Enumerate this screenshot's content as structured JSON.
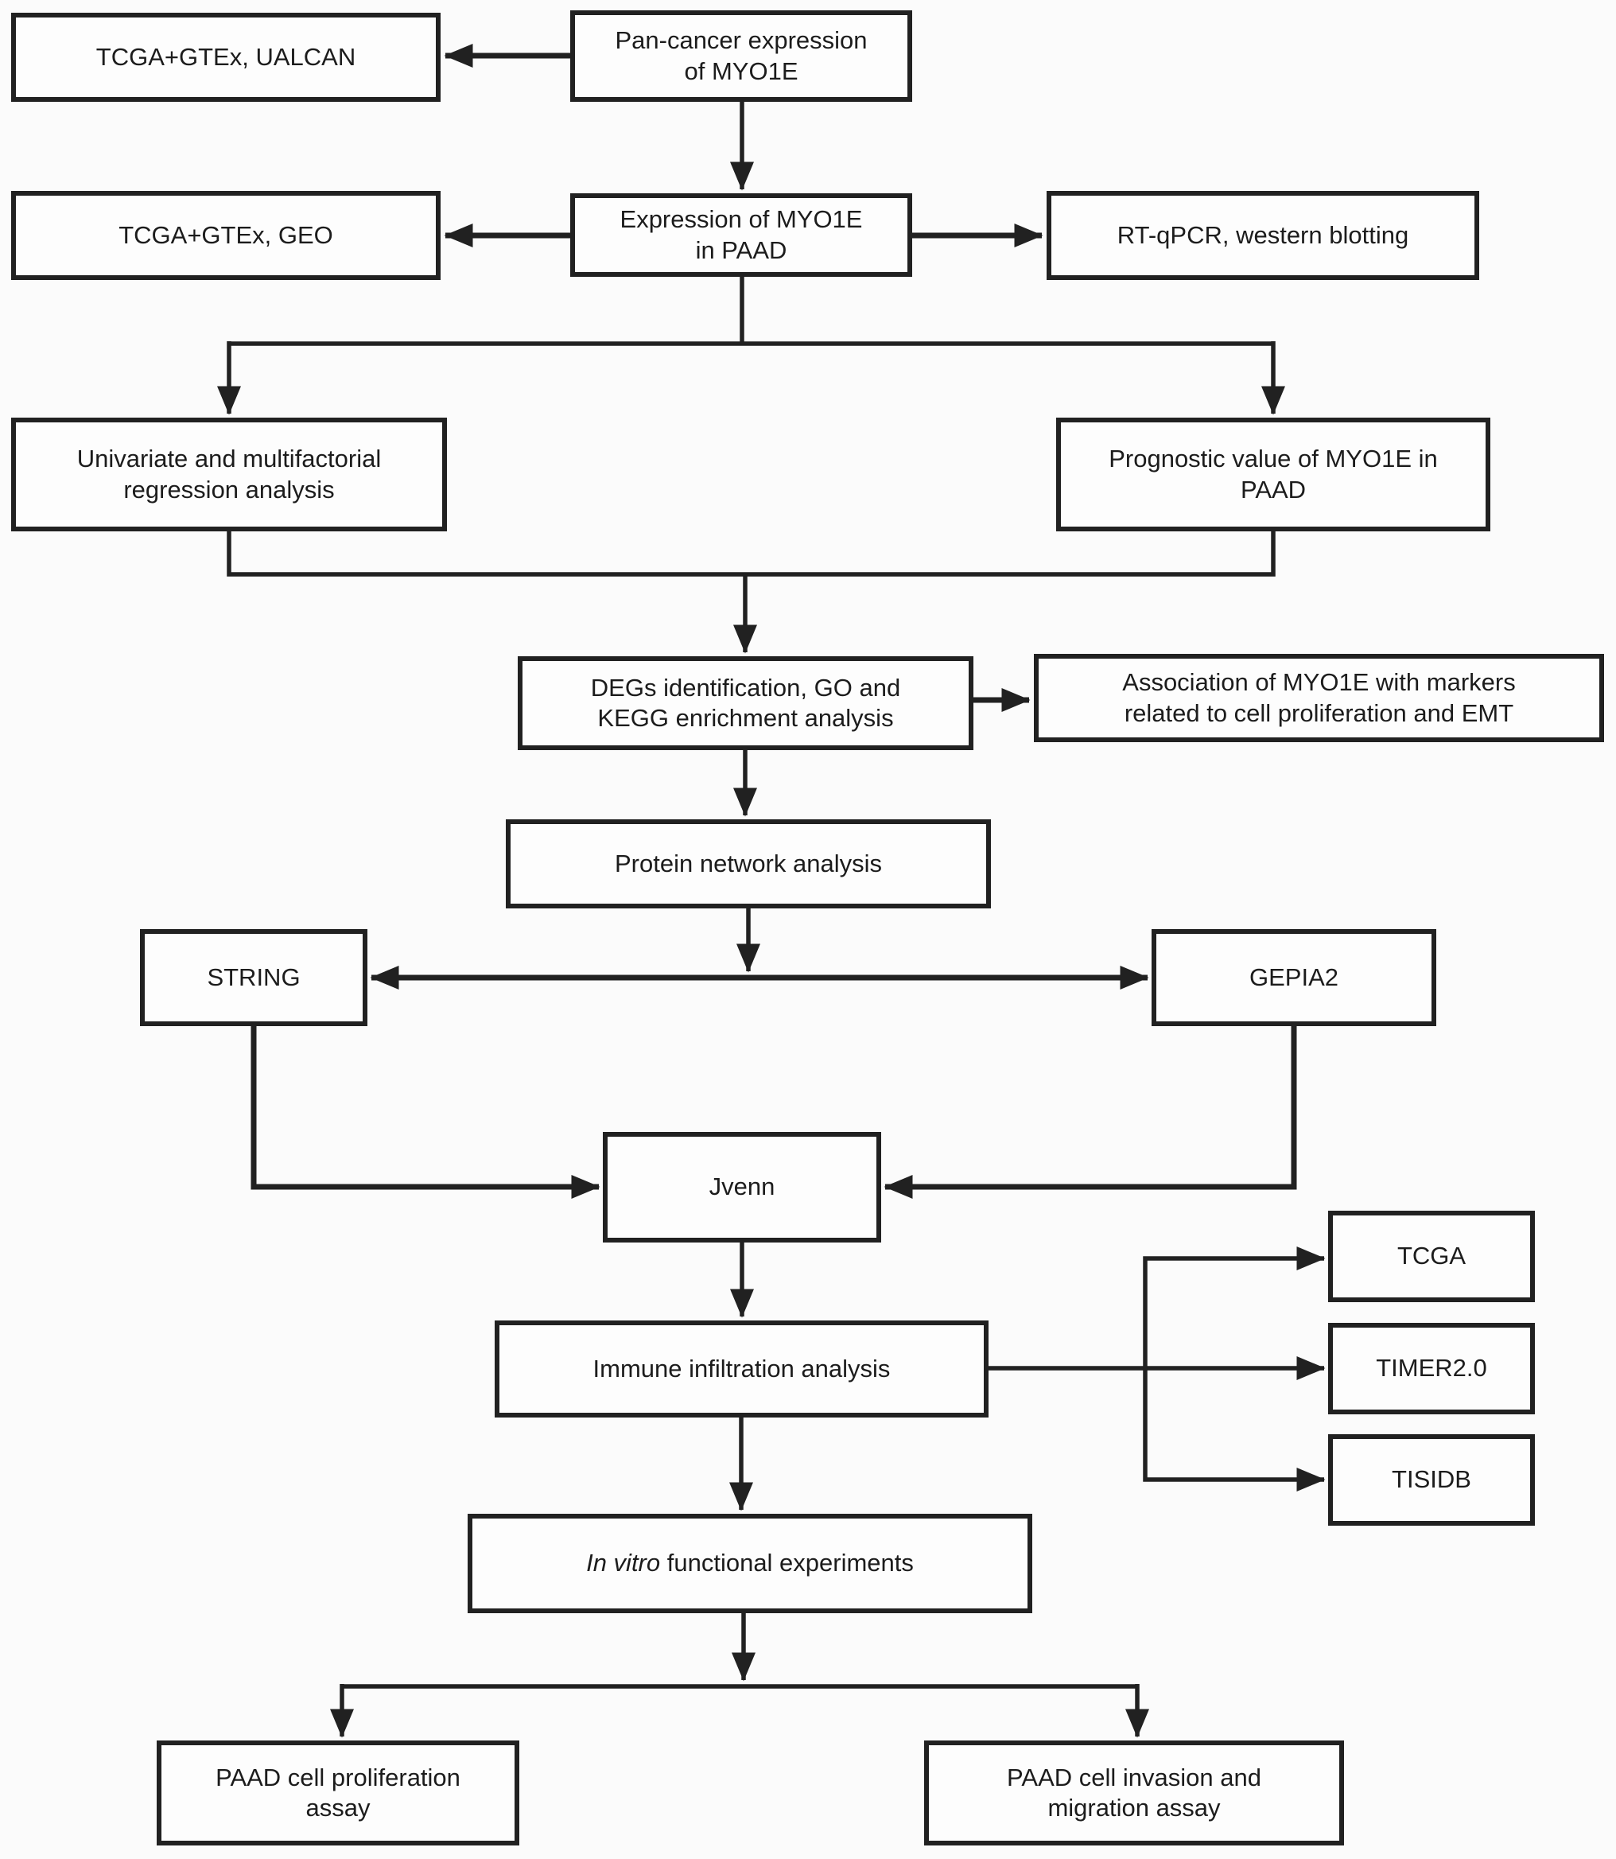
{
  "nodes": {
    "ualcan": {
      "label": "TCGA+GTEx, UALCAN"
    },
    "pancancer": {
      "lines": [
        "Pan-cancer expression",
        "of MYO1E"
      ]
    },
    "geo": {
      "label": "TCGA+GTEx, GEO"
    },
    "expression": {
      "lines": [
        "Expression of MYO1E",
        "in PAAD"
      ]
    },
    "rtqpcr": {
      "label": "RT-qPCR, western blotting"
    },
    "univariate": {
      "lines": [
        "Univariate and multifactorial",
        "regression analysis"
      ]
    },
    "prognostic": {
      "lines": [
        "Prognostic value of MYO1E in",
        "PAAD"
      ]
    },
    "degs": {
      "lines": [
        "DEGs identification, GO and",
        "KEGG enrichment analysis"
      ]
    },
    "association": {
      "lines": [
        "Association of MYO1E with markers",
        "related to cell proliferation and EMT"
      ]
    },
    "protein": {
      "label": "Protein network analysis"
    },
    "string": {
      "label": "STRING"
    },
    "gepia2": {
      "label": "GEPIA2"
    },
    "jvenn": {
      "label": "Jvenn"
    },
    "tcga": {
      "label": "TCGA"
    },
    "immune": {
      "label": "Immune infiltration analysis"
    },
    "timer": {
      "label": "TIMER2.0"
    },
    "tisidb": {
      "label": "TISIDB"
    },
    "invitro": {
      "italic": "In vitro",
      "rest": " functional experiments"
    },
    "proliferation": {
      "lines": [
        "PAAD cell proliferation",
        "assay"
      ]
    },
    "invasion": {
      "lines": [
        "PAAD cell invasion and",
        "migration assay"
      ]
    }
  },
  "colors": {
    "line": "#212121",
    "box_background": "#fdfdfd",
    "page_background": "#fbfbfb",
    "text": "#1c1c1c"
  }
}
